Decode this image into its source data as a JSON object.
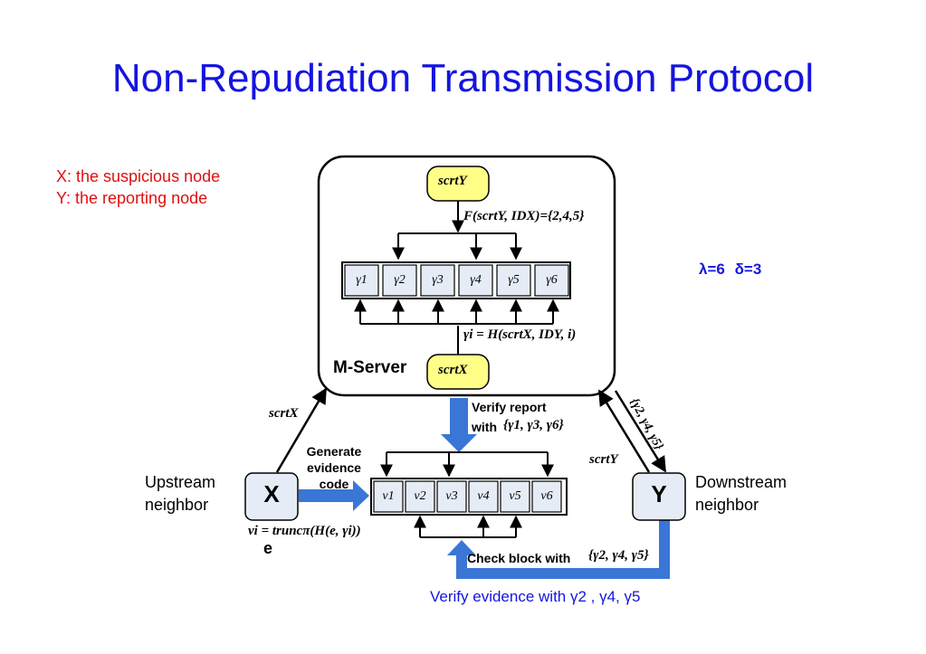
{
  "title": "Non-Repudiation Transmission Protocol",
  "legend": {
    "x": "X: the suspicious node",
    "y": "Y: the reporting node"
  },
  "params": {
    "lambda": "λ=6",
    "delta": "δ=3"
  },
  "server": {
    "label": "M-Server",
    "secret_y": "scrtY",
    "secret_x": "scrtX",
    "f_formula": "F(scrtY, IDX)={2,4,5}",
    "gamma_formula": "γi = H(scrtX, IDY, i)",
    "gammas": [
      "γ1",
      "γ2",
      "γ3",
      "γ4",
      "γ5",
      "γ6"
    ]
  },
  "verify_report": {
    "line1": "Verify report",
    "line2": "with",
    "set": "{γ1, γ3, γ6}"
  },
  "generate": {
    "line1": "Generate",
    "line2": "evidence",
    "line3": "code"
  },
  "evidence": {
    "cells": [
      "v1",
      "v2",
      "v3",
      "v4",
      "v5",
      "v6"
    ],
    "formula": "vi = truncπ(H(e, γi))",
    "e_label": "e"
  },
  "nodes": {
    "x": {
      "label": "X",
      "side_line1": "Upstream",
      "side_line2": "neighbor",
      "edge_label": "scrtX"
    },
    "y": {
      "label": "Y",
      "side_line1": "Downstream",
      "side_line2": "neighbor",
      "edge_label": "scrtY",
      "return_label": "{γ2, γ4, γ5}"
    }
  },
  "check_block": {
    "label": "Check block with",
    "set": "{γ2, γ4, γ5}"
  },
  "bottom_caption": "Verify evidence with γ2 , γ4, γ5",
  "colors": {
    "title": "#1414e0",
    "legend": "#e01010",
    "blue_arrow": "#3a76d6",
    "box_fill": "#e6ecf5",
    "secret_fill": "#ffff88"
  }
}
